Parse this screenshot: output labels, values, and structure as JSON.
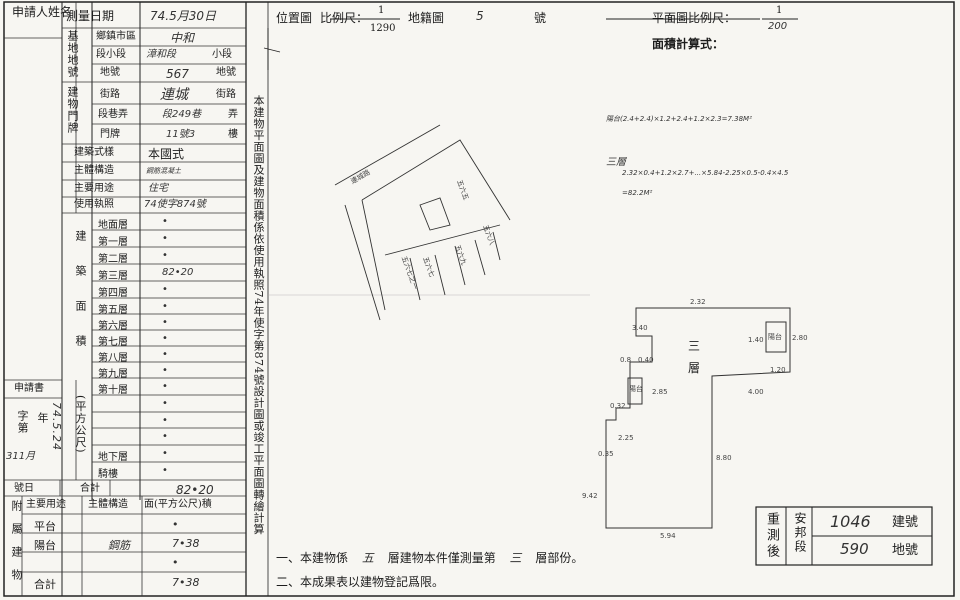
{
  "left": {
    "applicant": "申請人姓名",
    "survey_date_label": "測量日期",
    "survey_date_value": "74.5月30日",
    "base_group": "基地地號",
    "township_label": "鄉鎮市區",
    "township_value": "中和",
    "section_value": "漳和段",
    "subsection_suffix": "小段",
    "section_label": "段小段",
    "lot_label": "地號",
    "lot_value": "567",
    "lot_suffix": "地號",
    "door_group": "建物門牌",
    "street_label": "街路",
    "street_value": "連城",
    "street_suffix": "街路",
    "lane_label": "段巷弄",
    "lane_value": "段249巷",
    "lane_suffix": "弄",
    "num_label": "門牌",
    "num_value": "11號3",
    "num_suffix": "樓",
    "build_type_label": "建築式樣",
    "build_type_value": "本國式",
    "structure_label": "主體構造",
    "structure_value": "鋼筋混凝土",
    "use_label": "主要用途",
    "use_value": "住宅",
    "permit_label": "使用執照",
    "permit_value": "74使字874號",
    "area_group": "建築面積",
    "area_unit": "(平方公尺)",
    "floors": [
      {
        "name": "地面層",
        "value": "•"
      },
      {
        "name": "第一層",
        "value": "•"
      },
      {
        "name": "第二層",
        "value": "•"
      },
      {
        "name": "第三層",
        "value": "82•20"
      },
      {
        "name": "第四層",
        "value": "•"
      },
      {
        "name": "第五層",
        "value": "•"
      },
      {
        "name": "第六層",
        "value": "•"
      },
      {
        "name": "第七層",
        "value": "•"
      },
      {
        "name": "第八層",
        "value": "•"
      },
      {
        "name": "第九層",
        "value": "•"
      },
      {
        "name": "第十層",
        "value": "•"
      },
      {
        "name": "",
        "value": "•"
      },
      {
        "name": "",
        "value": "•"
      },
      {
        "name": "",
        "value": "•"
      },
      {
        "name": "地下層",
        "value": "•"
      },
      {
        "name": "騎樓",
        "value": "•"
      }
    ],
    "total_label": "合計",
    "total_value": "82•20",
    "applicant_book": "申請書",
    "char_label": "字第",
    "year_label": "年",
    "app_date": "74.5.24",
    "app_month": "311月",
    "num_day": "號日",
    "annex": "附屬建物",
    "annex_use": "主要用途",
    "annex_struct": "主體構造",
    "annex_area": "面(平方公尺)積",
    "annex_rows": [
      {
        "name": "平台",
        "struct": "",
        "value": "•"
      },
      {
        "name": "陽台",
        "struct": "鋼筋",
        "value": "7•38"
      },
      {
        "name": "",
        "struct": "",
        "value": "•"
      },
      {
        "name": "合計",
        "struct": "",
        "value": "7•38"
      }
    ]
  },
  "center_vertical": "本建物平面圖及建物面積係依使用執照74年使字第874號設計圖或竣工平面圖轉繪計算",
  "location": {
    "title": "位置圖",
    "scale_label": "比例尺：",
    "scale_num": "1",
    "scale_den": "1290",
    "cadastral": "地籍圖",
    "cadastral_no": "5",
    "hao": "號",
    "road_label": "連城路",
    "labels": [
      "五六五",
      "五六八",
      "五六九",
      "五六七",
      "五六七之一"
    ]
  },
  "floorplan": {
    "title": "平面圖比例尺：",
    "scale_num": "1",
    "scale_den": "200",
    "calc_title": "面積計算式：",
    "calc1": "陽台(2.4+2.4)×1.2+2.4+1.2×2.3=7.38M²",
    "calc_floor": "三層",
    "calc2": "2.32×0.4+1.2×2.7+...×5.84-2.25×0.5-0.4×4.5",
    "calc3": "=82.2M²",
    "center_label": "三",
    "center_label2": "層",
    "balcony": "陽台",
    "dims": [
      "2.32",
      "3.40",
      "0.8",
      "0.40",
      "2.85",
      "0.32",
      "2.25",
      "0.35",
      "9.42",
      "5.94",
      "2.80",
      "1.20",
      "4.00",
      "1.40",
      "8.80"
    ]
  },
  "notes": {
    "note1_prefix": "一、本建物係",
    "note1_floors": "五",
    "note1_mid": "層建物本件僅測量第",
    "note1_floor": "三",
    "note1_suffix": "層部份。",
    "note2": "二、本成果表以建物登記爲限。"
  },
  "stamp": {
    "left": "重測後",
    "mid": "安邦段",
    "build_no": "1046",
    "build_label": "建號",
    "lot_no": "590",
    "lot_label": "地號"
  }
}
